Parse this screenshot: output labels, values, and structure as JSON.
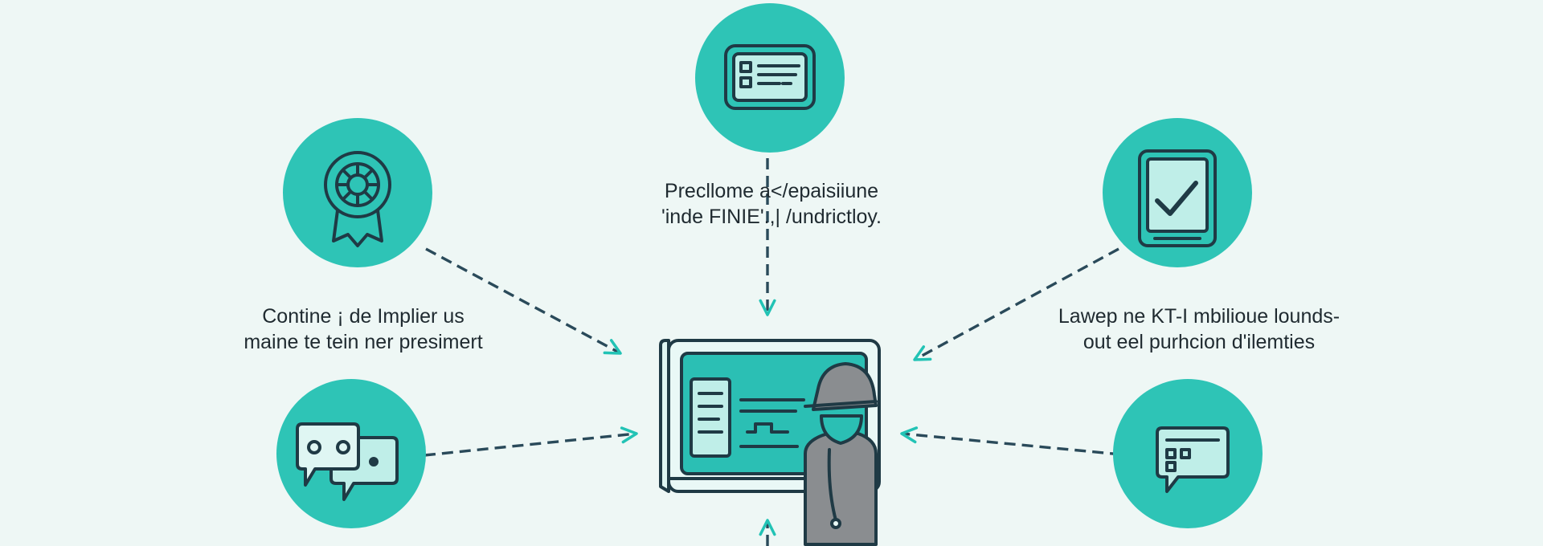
{
  "colors": {
    "background": "#eef7f5",
    "node_fill": "#2ec4b6",
    "node_ink": "#1f3a45",
    "connector": "#2a4a5a",
    "arrowhead": "#22c3b5",
    "screen_fill": "#2bbfb4",
    "figure": "#8a8d90"
  },
  "nodes": [
    {
      "id": "top",
      "icon": "id-card-icon"
    },
    {
      "id": "upper-left",
      "icon": "award-badge-icon"
    },
    {
      "id": "upper-right",
      "icon": "checklist-tablet-icon"
    },
    {
      "id": "lower-left",
      "icon": "chat-bubbles-icon"
    },
    {
      "id": "lower-right",
      "icon": "message-window-icon"
    }
  ],
  "center": {
    "icon": "monitor-with-person-icon"
  },
  "labels": {
    "top": {
      "line1": "Precllome a</epaisiiune",
      "line2": "'inde FINIE'.,| /undrictloy."
    },
    "left": {
      "line1": "Contine ¡ de Implier us",
      "line2": "maine te tein ner presimert"
    },
    "right": {
      "line1": "Lawep ne KT-I mbilioue lounds-",
      "line2": "out eel purhcion d'ilemties"
    }
  }
}
